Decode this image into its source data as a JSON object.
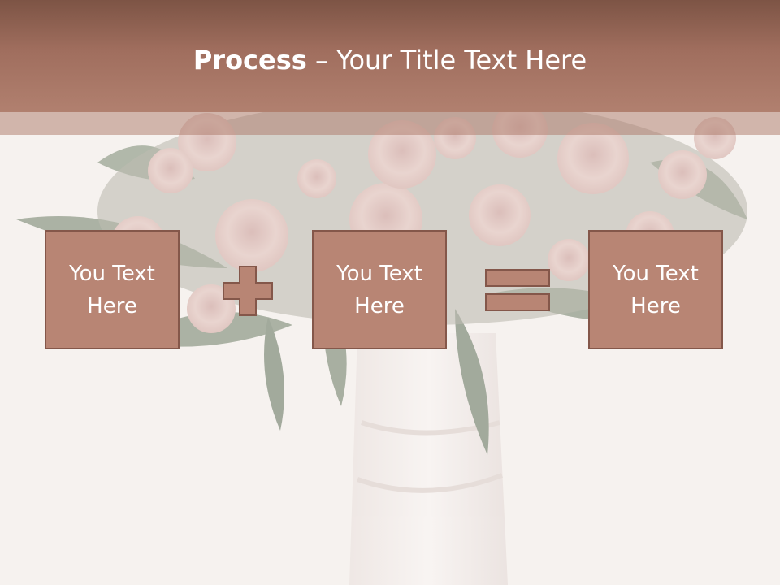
{
  "slide": {
    "title_bold": "Process",
    "title_rest": " – Your Title Text Here",
    "boxes": [
      {
        "text": "You Text Here"
      },
      {
        "text": "You Text Here"
      },
      {
        "text": "You Text Here"
      }
    ]
  },
  "colors": {
    "title_bar": "#a06e5e",
    "box_fill": "#b88574",
    "box_border": "#84574a",
    "background": "#f6f2ef"
  },
  "icons": [
    "plus-icon",
    "equals-icon"
  ]
}
